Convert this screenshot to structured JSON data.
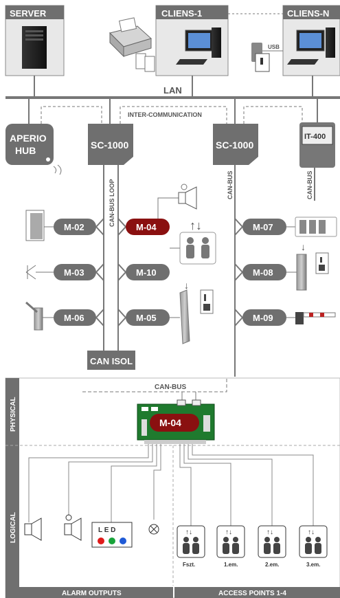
{
  "nodes": {
    "server": "SERVER",
    "client1": "CLIENS-1",
    "clientN": "CLIENS-N",
    "usb": "USB",
    "lan": "LAN",
    "intercom": "INTER-COMMUNICATION",
    "aperio": [
      "APERIO",
      "HUB"
    ],
    "sc1": "SC-1000",
    "sc2": "SC-1000",
    "it400": "IT-400",
    "canbus_loop": "CAN-BUS LOOP",
    "canbus_v1": "CAN-BUS",
    "canbus_v2": "CAN-BUS",
    "m02": "M-02",
    "m03": "M-03",
    "m06": "M-06",
    "m04": "M-04",
    "m10": "M-10",
    "m05": "M-05",
    "m07": "M-07",
    "m08": "M-08",
    "m09": "M-09",
    "canisol": "CAN ISOL",
    "canbus_h": "CAN-BUS",
    "board_label": "M-04",
    "led": "L E D"
  },
  "sides": {
    "physical": "PHYSICAL",
    "logical": "LOGICAL"
  },
  "floors": [
    "Fszt.",
    "1.em.",
    "2.em.",
    "3.em."
  ],
  "footer": {
    "alarm": "ALARM OUTPUTS",
    "access": "ACCESS POINTS 1-4"
  },
  "colors": {
    "gray": "#6f6f6f",
    "red": "#8a1010",
    "board_green": "#1f7a2e",
    "lines": "#7a7a7a"
  }
}
